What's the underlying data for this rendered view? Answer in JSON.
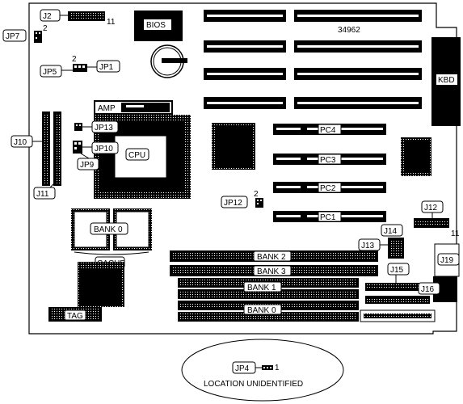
{
  "labels": {
    "j2": "J2",
    "jp7": "JP7",
    "jp5": "JP5",
    "jp1": "JP1",
    "bios": "BIOS",
    "board_id": "34962",
    "kbd": "KBD",
    "amp": "AMP",
    "jp13": "JP13",
    "j10": "J10",
    "jp10": "JP10",
    "cpu": "CPU",
    "jp9": "JP9",
    "j11": "J11",
    "pc4": "PC4",
    "pc3": "PC3",
    "pc2": "PC2",
    "pc1": "PC1",
    "jp12": "JP12",
    "j12": "J12",
    "bank0_cache": "BANK 0",
    "cache": "CACHE",
    "j14": "J14",
    "j13": "J13",
    "bank2": "BANK 2",
    "bank3": "BANK 3",
    "bank1": "BANK 1",
    "bank0_dimm": "BANK 0",
    "j19": "J19",
    "j15": "J15",
    "j16": "J16",
    "tag": "TAG",
    "jp4": "JP4",
    "location_unidentified": "LOCATION UNIDENTIFIED"
  },
  "pin_numbers": {
    "j2_pin": "11",
    "jp7_pin": "2",
    "jp1_pin": "2",
    "jp12_pin": "2",
    "j12_pin": "11",
    "jp4_pin": "1"
  }
}
